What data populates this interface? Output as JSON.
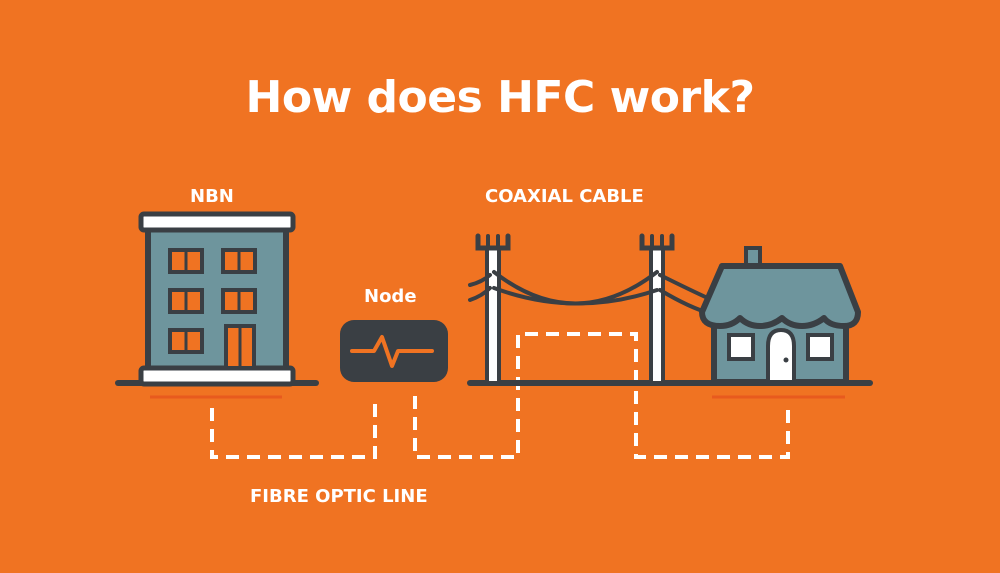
{
  "title": "How does HFC work?",
  "labels": {
    "nbn": "NBN",
    "coaxial_cable": "COAXIAL CABLE",
    "node": "Node",
    "fibre_optic_line": "FIBRE OPTIC LINE"
  },
  "colors": {
    "background": "#F07322",
    "outline": "#3A3F44",
    "building_fill": "#6E959D",
    "window_fill": "#F07322",
    "white": "#FFFFFF",
    "shadow": "#E85A1E"
  },
  "icons": [
    "nbn-building-icon",
    "node-box-icon",
    "utility-pole-icon",
    "house-icon"
  ]
}
